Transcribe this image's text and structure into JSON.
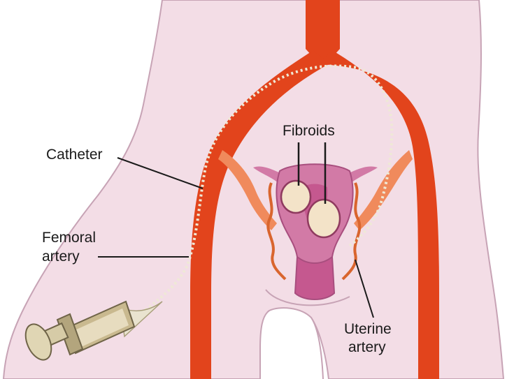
{
  "labels": {
    "fibroids": "Fibroids",
    "catheter": "Catheter",
    "femoral_line1": "Femoral",
    "femoral_line2": "artery",
    "uterine_line1": "Uterine",
    "uterine_line2": "artery"
  },
  "colors": {
    "skin": "#f3dde6",
    "skin_outline": "#c7a3b5",
    "artery": "#e2441c",
    "artery_dark": "#b8300f",
    "artery_branch": "#f08a5c",
    "uterus": "#d27aa6",
    "uterus_dark": "#a84e7e",
    "cervix": "#c5588f",
    "fibroid": "#f3e3c8",
    "catheter": "#e9e3cf",
    "leader": "#1a1a1a"
  }
}
